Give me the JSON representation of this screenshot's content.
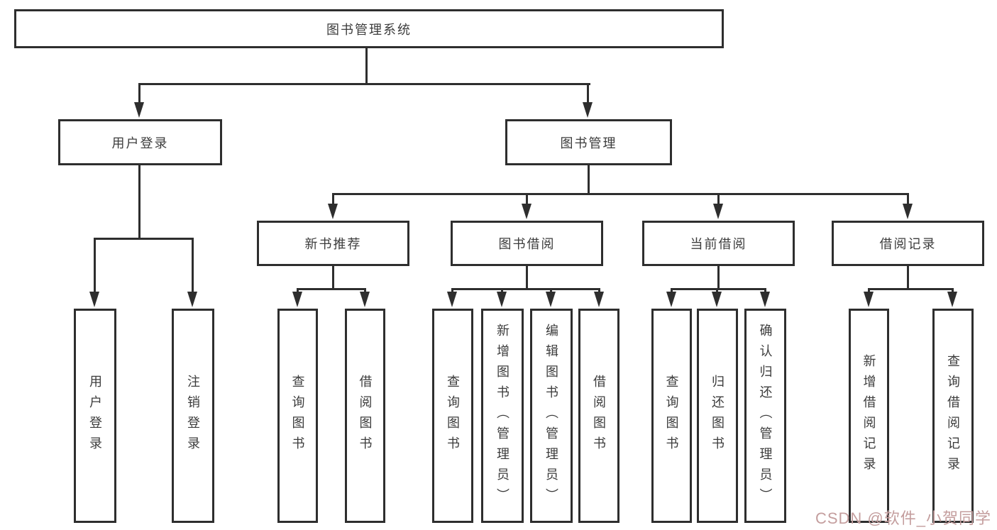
{
  "diagram": {
    "root": {
      "label": "图书管理系统"
    },
    "level2": [
      {
        "label": "用户登录"
      },
      {
        "label": "图书管理"
      }
    ],
    "level3": [
      {
        "label": "新书推荐"
      },
      {
        "label": "图书借阅"
      },
      {
        "label": "当前借阅"
      },
      {
        "label": "借阅记录"
      }
    ],
    "leaves": {
      "user_login": [
        "用户登录",
        "注销登录"
      ],
      "new_book": [
        "查询图书",
        "借阅图书"
      ],
      "book_borrow": [
        "查询图书",
        "新增图书（管理员）",
        "编辑图书（管理员）",
        "借阅图书"
      ],
      "current_borrow": [
        "查询图书",
        "归还图书",
        "确认归还（管理员）"
      ],
      "borrow_records": [
        "新增借阅记录",
        "查询借阅记录"
      ]
    },
    "colors": {
      "line": "#2e2e2e",
      "text": "#3c3c3c",
      "box_background": "#ffffff",
      "watermark": "#c49e9e"
    }
  },
  "watermark": {
    "text": "CSDN @软件_小贺同学"
  }
}
